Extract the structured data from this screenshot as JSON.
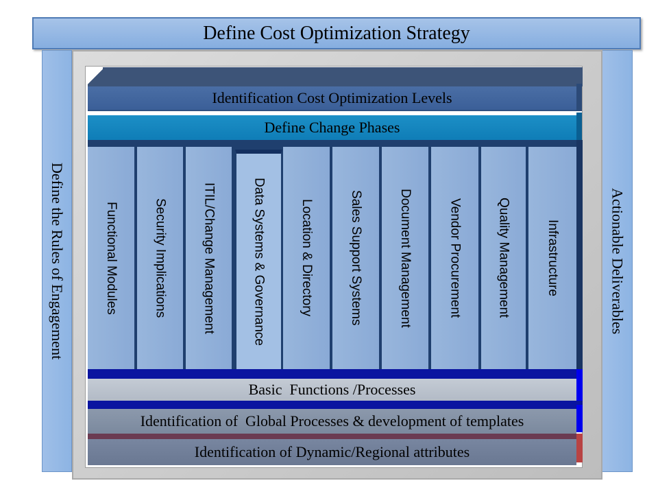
{
  "title": "Define Cost Optimization Strategy",
  "left_label": "Define the Rules of Engagement",
  "right_label": "Actionable Deliverables",
  "layers": {
    "levels": "Identification Cost Optimization Levels",
    "phases": "Define Change Phases",
    "basic": "Basic  Functions /Processes",
    "global": "Identification of  Global Processes & development of templates",
    "dynamic": "Identification of Dynamic/Regional attributes"
  },
  "columns": [
    "Functional Modules",
    "Security Implications",
    "ITIL/Change Management",
    "Data Systems & Governance",
    "Location & Directory",
    "Sales Support Systems",
    "Document Management",
    "Vendor Procurement",
    "Quality Management",
    "Infrastructure"
  ],
  "colors": {
    "title_bar": "#95b8e4",
    "levels": "#4366a0",
    "phases": "#1488c0",
    "columns": "#93b1da",
    "column_frame": "#1f3f6e",
    "basic": "#bcc3cd",
    "global": "#8592a6",
    "dynamic": "#717f98",
    "accent_blue": "#0000ee",
    "accent_red": "#b84343"
  }
}
